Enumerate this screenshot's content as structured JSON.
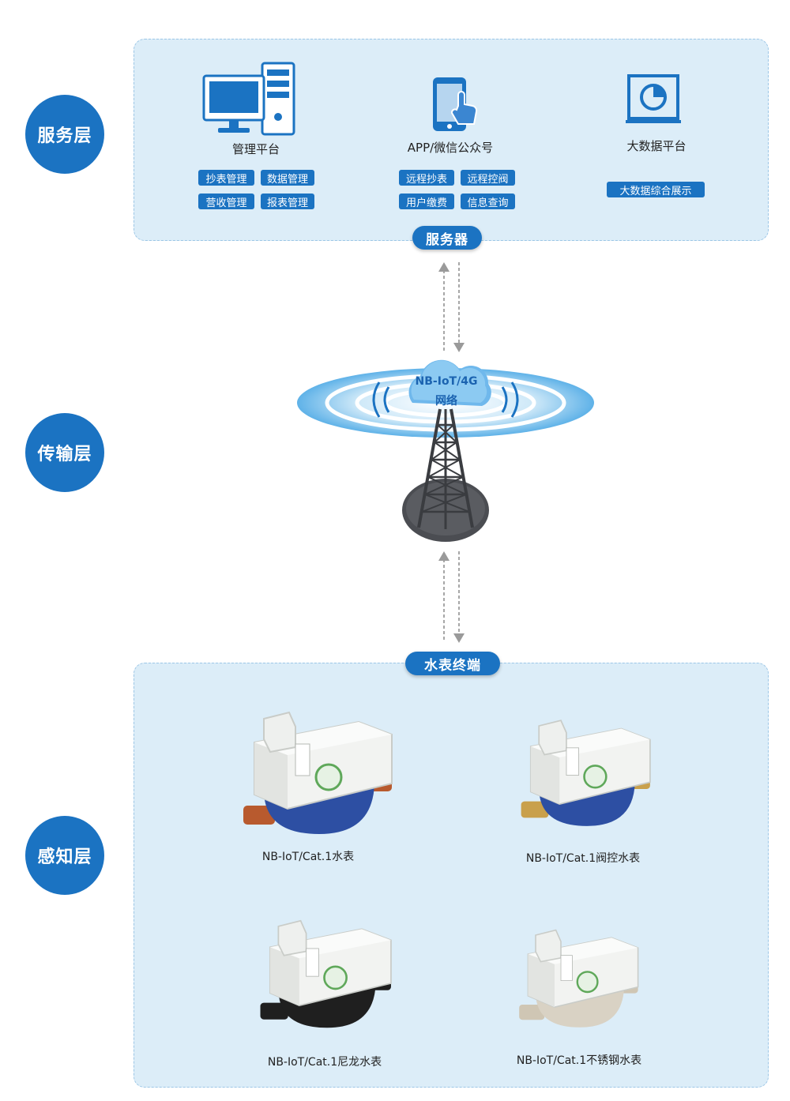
{
  "layers": {
    "service": "服务层",
    "transport": "传输层",
    "perception": "感知层"
  },
  "service_panel": {
    "columns": [
      {
        "title": "管理平台",
        "icon": "desktop-computer-icon",
        "tags": [
          "抄表管理",
          "数据管理",
          "营收管理",
          "报表管理"
        ]
      },
      {
        "title": "APP/微信公众号",
        "icon": "smartphone-touch-icon",
        "tags": [
          "远程抄表",
          "远程控阀",
          "用户缴费",
          "信息查询"
        ]
      },
      {
        "title": "大数据平台",
        "icon": "chart-display-icon",
        "tags": [
          "大数据综合展示"
        ]
      }
    ],
    "server_label": "服务器"
  },
  "network": {
    "line1": "NB-IoT/4G",
    "line2": "网络",
    "icon": "signal-tower-icon"
  },
  "meter_panel": {
    "label": "水表终端",
    "meters": [
      {
        "caption": "NB-IoT/Cat.1水表",
        "body_color": "#2d4fa3",
        "pipe_color": "#b85a2e"
      },
      {
        "caption": "NB-IoT/Cat.1阀控水表",
        "body_color": "#2d4fa3",
        "pipe_color": "#c9a04b"
      },
      {
        "caption": "NB-IoT/Cat.1尼龙水表",
        "body_color": "#1f1f1f",
        "pipe_color": "#1f1f1f"
      },
      {
        "caption": "NB-IoT/Cat.1不锈钢水表",
        "body_color": "#d9d2c4",
        "pipe_color": "#cfc6b4"
      }
    ]
  },
  "colors": {
    "accent": "#1b73c2",
    "panel_bg": "#dcedf8",
    "panel_border": "#9cc6e6"
  }
}
